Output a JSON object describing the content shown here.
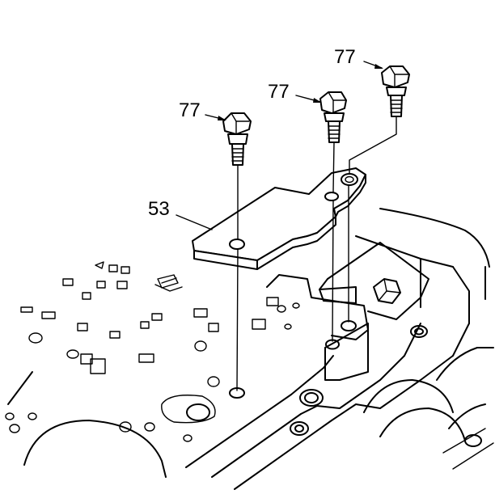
{
  "callouts": {
    "bolt_left": "77",
    "bolt_middle": "77",
    "bolt_right": "77",
    "bracket": "53"
  }
}
